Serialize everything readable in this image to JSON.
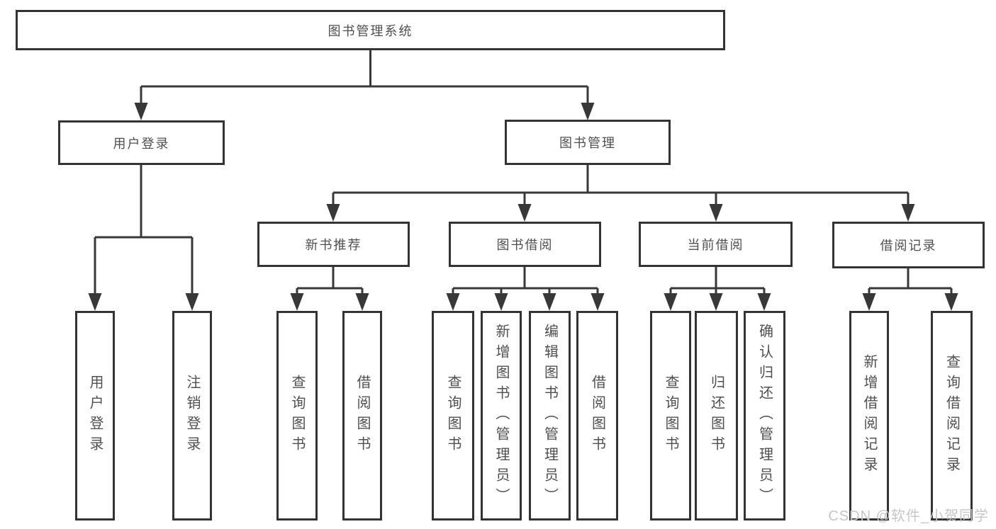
{
  "colors": {
    "line": "#383838",
    "border": "#333333",
    "text": "#4f4f4f",
    "watermark": "#c7c7c7",
    "background": "#ffffff"
  },
  "nodes": {
    "root": {
      "label": "图书管理系统"
    },
    "user_login": {
      "label": "用户登录"
    },
    "book_mgmt": {
      "label": "图书管理"
    },
    "new_book_rec": {
      "label": "新书推荐"
    },
    "book_borrow": {
      "label": "图书借阅"
    },
    "current_borrow": {
      "label": "当前借阅"
    },
    "borrow_records": {
      "label": "借阅记录"
    },
    "ul_login": {
      "label": "用户登录"
    },
    "ul_logout": {
      "label": "注销登录"
    },
    "nbr_query": {
      "label": "查询图书"
    },
    "nbr_borrow": {
      "label": "借阅图书"
    },
    "bb_query": {
      "label": "查询图书"
    },
    "bb_add": {
      "label": "新增图书（管理员）"
    },
    "bb_edit": {
      "label": "编辑图书（管理员）"
    },
    "bb_borrow": {
      "label": "借阅图书"
    },
    "cb_query": {
      "label": "查询图书"
    },
    "cb_return": {
      "label": "归还图书"
    },
    "cb_confirm": {
      "label": "确认归还（管理员）"
    },
    "br_add": {
      "label": "新增借阅记录"
    },
    "br_query": {
      "label": "查询借阅记录"
    }
  },
  "hierarchy": {
    "图书管理系统": {
      "用户登录": [
        "用户登录",
        "注销登录"
      ],
      "图书管理": {
        "新书推荐": [
          "查询图书",
          "借阅图书"
        ],
        "图书借阅": [
          "查询图书",
          "新增图书（管理员）",
          "编辑图书（管理员）",
          "借阅图书"
        ],
        "当前借阅": [
          "查询图书",
          "归还图书",
          "确认归还（管理员）"
        ],
        "借阅记录": [
          "新增借阅记录",
          "查询借阅记录"
        ]
      }
    }
  },
  "watermark": {
    "text": "CSDN @软件_小贺同学"
  }
}
